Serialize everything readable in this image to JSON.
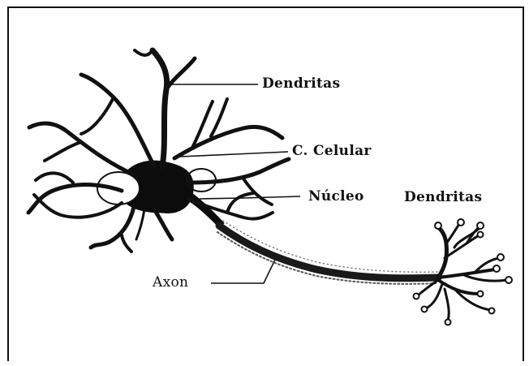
{
  "labels": {
    "dendritas_top": "Dendritas",
    "cuerpo_celular": "C. Celular",
    "nucleo": "Núcleo",
    "dendritas_right": "Dendritas",
    "axon": "Axon"
  },
  "colors": {
    "ink": "#111111",
    "background": "#ffffff"
  }
}
